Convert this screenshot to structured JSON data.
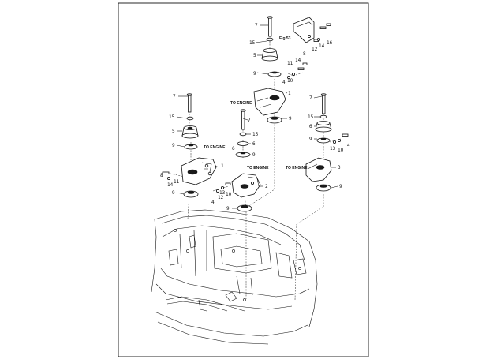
{
  "figure": {
    "callouts": [
      {
        "id": "c7a",
        "text": "7"
      },
      {
        "id": "c15a",
        "text": "15"
      },
      {
        "id": "c5a",
        "text": "5"
      },
      {
        "id": "c9a",
        "text": "9"
      },
      {
        "id": "c12a",
        "text": "12"
      },
      {
        "id": "c14a",
        "text": "14"
      },
      {
        "id": "c16a",
        "text": "16"
      },
      {
        "id": "c8a",
        "text": "8"
      },
      {
        "id": "c11a",
        "text": "11"
      },
      {
        "id": "c14b",
        "text": "14"
      },
      {
        "id": "c10a",
        "text": "10"
      },
      {
        "id": "c4a",
        "text": "4"
      },
      {
        "id": "c1a",
        "text": "1"
      },
      {
        "id": "c9b",
        "text": "9"
      },
      {
        "id": "c7b",
        "text": "7"
      },
      {
        "id": "c15b",
        "text": "15"
      },
      {
        "id": "c6a",
        "text": "6"
      },
      {
        "id": "c9c",
        "text": "9"
      },
      {
        "id": "c7c",
        "text": "7"
      },
      {
        "id": "c15c",
        "text": "15"
      },
      {
        "id": "c5b",
        "text": "5"
      },
      {
        "id": "c9d",
        "text": "9"
      },
      {
        "id": "c1b",
        "text": "1"
      },
      {
        "id": "c8b",
        "text": "8"
      },
      {
        "id": "c14c",
        "text": "14"
      },
      {
        "id": "c11b",
        "text": "11"
      },
      {
        "id": "c9e",
        "text": "9"
      },
      {
        "id": "c2a",
        "text": "2"
      },
      {
        "id": "c4b",
        "text": "4"
      },
      {
        "id": "c12b",
        "text": "12"
      },
      {
        "id": "c10b",
        "text": "10"
      },
      {
        "id": "c9f",
        "text": "9"
      },
      {
        "id": "c7d",
        "text": "7"
      },
      {
        "id": "c15d",
        "text": "15"
      },
      {
        "id": "c6b",
        "text": "6"
      },
      {
        "id": "c9g",
        "text": "9"
      },
      {
        "id": "c10c",
        "text": "10"
      },
      {
        "id": "c13a",
        "text": "13"
      },
      {
        "id": "c4c",
        "text": "4"
      },
      {
        "id": "c3a",
        "text": "3"
      },
      {
        "id": "c9h",
        "text": "9"
      },
      {
        "id": "c6c",
        "text": "6"
      },
      {
        "id": "c13b",
        "text": "13"
      }
    ],
    "notes": {
      "fig_ref": "Fig 53",
      "to_engine_1": "TO ENGINE",
      "to_engine_2": "TO ENGINE",
      "to_engine_3": "TO ENGINE",
      "to_engine_4": "TO ENGINE"
    }
  }
}
